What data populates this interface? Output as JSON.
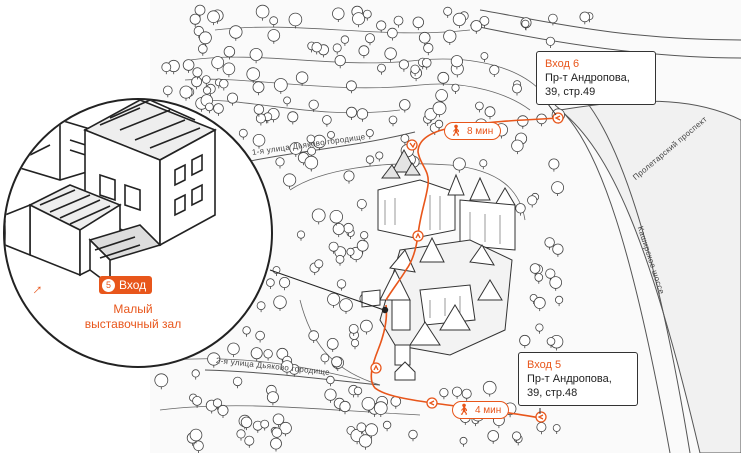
{
  "streets": {
    "dyakovo_1": "1-я улица Дьяково городище",
    "dyakovo_2": "2-я улица Дьяково городище",
    "proletarsky": "Пролетарский проспект",
    "kashirskoe": "Каширское шоссе"
  },
  "entrance6": {
    "title": "Вход 6",
    "address_line1": "Пр-т Андропова,",
    "address_line2": "39, стр.49",
    "walk_time": "8 мин"
  },
  "entrance5": {
    "title": "Вход 5",
    "address_line1": "Пр-т Андропова,",
    "address_line2": "39, стр.48",
    "walk_time": "4 мин"
  },
  "zoom": {
    "badge_number": "5",
    "badge_label": "Вход",
    "place_line1": "Малый",
    "place_line2": "выставочный зал"
  },
  "colors": {
    "accent": "#e8561b",
    "lines": "#333333",
    "tree_fill": "#ffffff",
    "ground": "#f4f4f4"
  },
  "icons": {
    "walker": "pedestrian-icon",
    "direction_arrows": "chevron-arrow-icon",
    "entrance_arrow": "arrow-up-right-icon"
  }
}
